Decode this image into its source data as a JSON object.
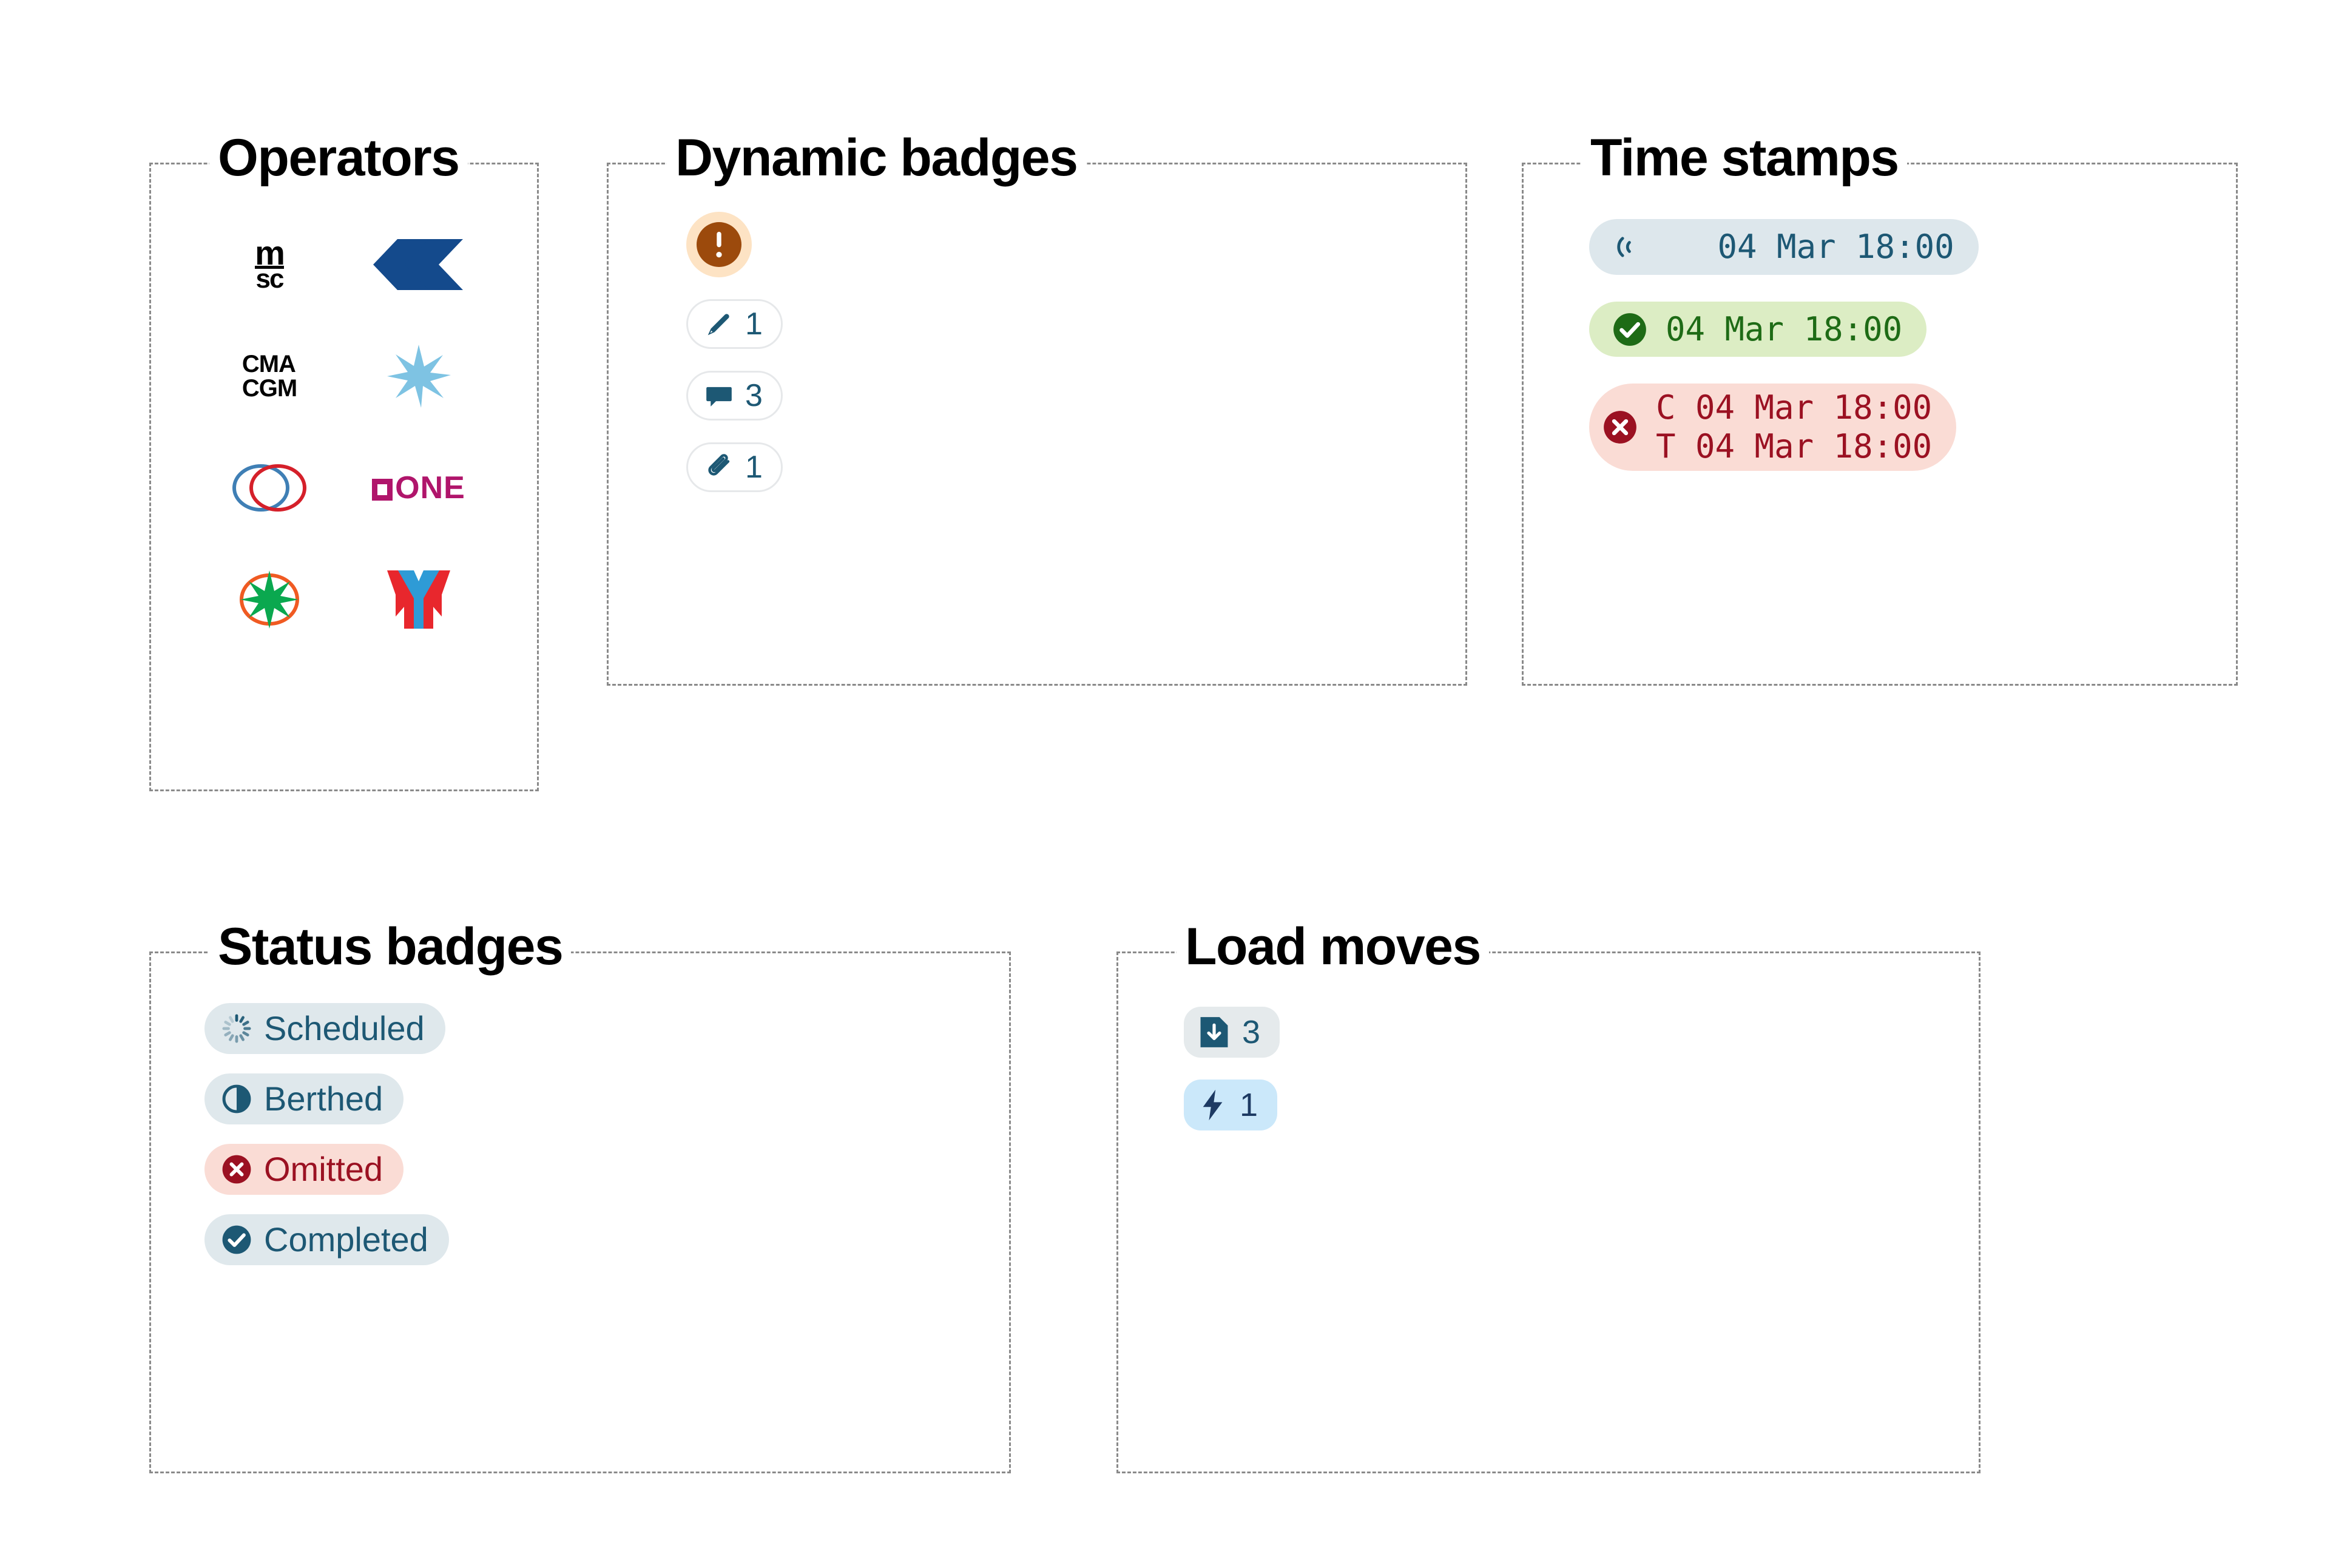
{
  "panels": {
    "operators": {
      "title": "Operators",
      "logos": [
        {
          "name": "msc-logo",
          "text_top": "m",
          "text_bottom": "sc",
          "color": "#000000"
        },
        {
          "name": "kline-logo",
          "text_top": "",
          "text_bottom": "",
          "color": "#144a8c"
        },
        {
          "name": "cmacgm-logo",
          "text_top": "CMA",
          "text_bottom": "CGM",
          "color": "#000000"
        },
        {
          "name": "maersk-star-logo",
          "text_top": "",
          "text_bottom": "",
          "color": "#7ec3e3"
        },
        {
          "name": "oocl-circles-logo",
          "text_top": "",
          "text_bottom": "",
          "color": "#cf2027"
        },
        {
          "name": "one-logo",
          "text_top": "",
          "text_bottom": "ONE",
          "color": "#b0156b"
        },
        {
          "name": "evergreen-compass-logo",
          "text_top": "",
          "text_bottom": "",
          "color": "#0aa84f"
        },
        {
          "name": "yangming-logo",
          "text_top": "",
          "text_bottom": "",
          "color": "#e8272d"
        }
      ]
    },
    "dynamic_badges": {
      "title": "Dynamic badges",
      "alert": {
        "icon": "exclamation-circle-icon",
        "core_color": "#9c4a0c",
        "halo_color": "#fde3c4"
      },
      "badges": [
        {
          "icon": "pencil-icon",
          "count": "1"
        },
        {
          "icon": "comment-icon",
          "count": "3"
        },
        {
          "icon": "paperclip-icon",
          "count": "1"
        }
      ]
    },
    "time_stamps": {
      "title": "Time stamps",
      "rows": [
        {
          "icon": "broadcast-icon",
          "variant": "blue",
          "lines": [
            "   04 Mar 18:00"
          ]
        },
        {
          "icon": "check-circle-icon",
          "variant": "green",
          "lines": [
            "04 Mar 18:00"
          ]
        },
        {
          "icon": "x-circle-icon",
          "variant": "red",
          "lines": [
            "C 04 Mar 18:00",
            "T 04 Mar 18:00"
          ]
        }
      ]
    },
    "status_badges": {
      "title": "Status badges",
      "items": [
        {
          "icon": "spinner-icon",
          "label": "Scheduled",
          "variant": "neutral"
        },
        {
          "icon": "half-circle-icon",
          "label": "Berthed",
          "variant": "neutral"
        },
        {
          "icon": "x-circle-icon",
          "label": "Omitted",
          "variant": "danger"
        },
        {
          "icon": "check-circle-icon",
          "label": "Completed",
          "variant": "neutral"
        }
      ]
    },
    "load_moves": {
      "title": "Load moves",
      "items": [
        {
          "icon": "discharge-document-icon",
          "count": "3",
          "variant": "grey"
        },
        {
          "icon": "bolt-icon",
          "count": "1",
          "variant": "blue"
        }
      ]
    }
  },
  "colors": {
    "accent_blue": "#1d5874",
    "danger_red": "#9b1122",
    "success_green": "#1e6b16",
    "warning_orange": "#9c4a0c",
    "neutral_bg": "#dfe8ec",
    "danger_bg": "#fadcd5",
    "success_bg": "#dcedc4",
    "info_bg": "#cbe8fa",
    "panel_border": "#8a8a8a"
  }
}
